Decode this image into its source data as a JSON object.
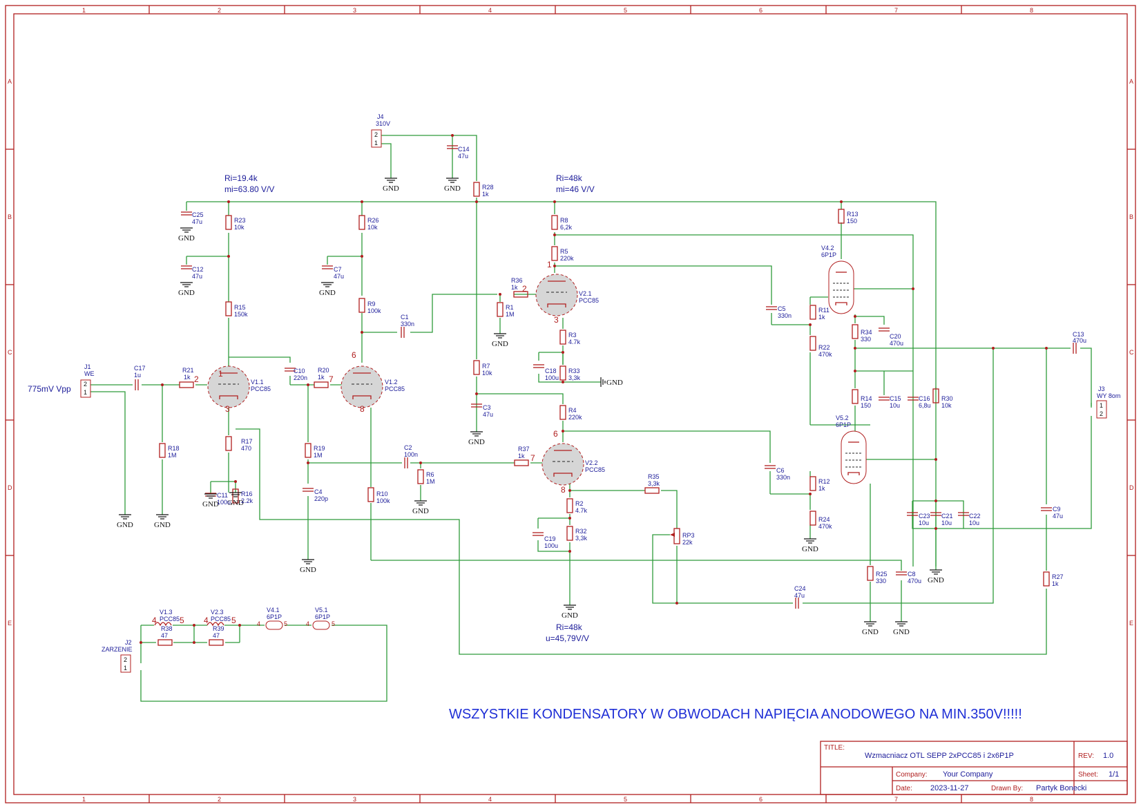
{
  "border": {
    "cols": [
      "1",
      "2",
      "3",
      "4",
      "5",
      "6",
      "7",
      "8"
    ],
    "rows": [
      "A",
      "B",
      "C",
      "D",
      "E"
    ]
  },
  "annotations": {
    "ri1": "Ri=19.4k",
    "mi1": "mi=63.80 V/V",
    "ri2": "Ri=48k",
    "mi2": "mi=46 V/V",
    "ri3": "Ri=48k",
    "u3": "u=45,79V/V",
    "input": "775mV Vpp",
    "warning": "WSZYSTKIE KONDENSATORY W OBWODACH NAPIĘCIA ANODOWEGO NA MIN.350V!!!!!"
  },
  "connectors": {
    "j1": {
      "ref": "J1",
      "val": "WE"
    },
    "j2": {
      "ref": "J2",
      "val": "ZARZENIE"
    },
    "j3": {
      "ref": "J3",
      "val": "WY 8om"
    },
    "j4": {
      "ref": "J4",
      "val": "310V"
    }
  },
  "tubes": {
    "v11": {
      "ref": "V1.1",
      "val": "PCC85"
    },
    "v12": {
      "ref": "V1.2",
      "val": "PCC85"
    },
    "v21": {
      "ref": "V2.1",
      "val": "PCC85"
    },
    "v22": {
      "ref": "V2.2",
      "val": "PCC85"
    },
    "v42": {
      "ref": "V4.2",
      "val": "6P1P"
    },
    "v52": {
      "ref": "V5.2",
      "val": "6P1P"
    },
    "v13": {
      "ref": "V1.3",
      "val": "PCC85"
    },
    "v23": {
      "ref": "V2.3",
      "val": "PCC85"
    },
    "v41": {
      "ref": "V4.1",
      "val": "6P1P"
    },
    "v51": {
      "ref": "V5.1",
      "val": "6P1P"
    }
  },
  "resistors": {
    "r1": {
      "ref": "R1",
      "val": "1M"
    },
    "r2": {
      "ref": "R2",
      "val": "4.7k"
    },
    "r3": {
      "ref": "R3",
      "val": "4.7k"
    },
    "r4": {
      "ref": "R4",
      "val": "220k"
    },
    "r5": {
      "ref": "R5",
      "val": "220k"
    },
    "r6": {
      "ref": "R6",
      "val": "1M"
    },
    "r7": {
      "ref": "R7",
      "val": "10k"
    },
    "r8": {
      "ref": "R8",
      "val": "6,2k"
    },
    "r9": {
      "ref": "R9",
      "val": "100k"
    },
    "r10": {
      "ref": "R10",
      "val": "100k"
    },
    "r11": {
      "ref": "R11",
      "val": "1k"
    },
    "r12": {
      "ref": "R12",
      "val": "1k"
    },
    "r13": {
      "ref": "R13",
      "val": "150"
    },
    "r14": {
      "ref": "R14",
      "val": "150"
    },
    "r15": {
      "ref": "R15",
      "val": "150k"
    },
    "r16": {
      "ref": "R16",
      "val": "2.2k"
    },
    "r17": {
      "ref": "R17",
      "val": "470"
    },
    "r18": {
      "ref": "R18",
      "val": "1M"
    },
    "r19": {
      "ref": "R19",
      "val": "1M"
    },
    "r20": {
      "ref": "R20",
      "val": "1k"
    },
    "r21": {
      "ref": "R21",
      "val": "1k"
    },
    "r22": {
      "ref": "R22",
      "val": "470k"
    },
    "r23": {
      "ref": "R23",
      "val": "10k"
    },
    "r24": {
      "ref": "R24",
      "val": "470k"
    },
    "r25": {
      "ref": "R25",
      "val": "330"
    },
    "r26": {
      "ref": "R26",
      "val": "10k"
    },
    "r27": {
      "ref": "R27",
      "val": "1k"
    },
    "r28": {
      "ref": "R28",
      "val": "1k"
    },
    "r30": {
      "ref": "R30",
      "val": "10k"
    },
    "r32": {
      "ref": "R32",
      "val": "3,3k"
    },
    "r33": {
      "ref": "R33",
      "val": "3,3k"
    },
    "r34": {
      "ref": "R34",
      "val": "330"
    },
    "r35": {
      "ref": "R35",
      "val": "3,3k"
    },
    "r36": {
      "ref": "R36",
      "val": "1k"
    },
    "r37": {
      "ref": "R37",
      "val": "1k"
    },
    "r38": {
      "ref": "R38",
      "val": "47"
    },
    "r39": {
      "ref": "R39",
      "val": "47"
    },
    "rp3": {
      "ref": "RP3",
      "val": "22k"
    }
  },
  "capacitors": {
    "c1": {
      "ref": "C1",
      "val": "330n"
    },
    "c2": {
      "ref": "C2",
      "val": "100n"
    },
    "c3": {
      "ref": "C3",
      "val": "47u"
    },
    "c4": {
      "ref": "C4",
      "val": "220p"
    },
    "c5": {
      "ref": "C5",
      "val": "330n"
    },
    "c6": {
      "ref": "C6",
      "val": "330n"
    },
    "c7": {
      "ref": "C7",
      "val": "47u"
    },
    "c8": {
      "ref": "C8",
      "val": "470u"
    },
    "c9": {
      "ref": "C9",
      "val": "47u"
    },
    "c10": {
      "ref": "C10",
      "val": "220n"
    },
    "c11": {
      "ref": "C11",
      "val": "100u"
    },
    "c12": {
      "ref": "C12",
      "val": "47u"
    },
    "c13": {
      "ref": "C13",
      "val": "470u"
    },
    "c14": {
      "ref": "C14",
      "val": "47u"
    },
    "c15": {
      "ref": "C15",
      "val": "10u"
    },
    "c16": {
      "ref": "C16",
      "val": "6,8u"
    },
    "c17": {
      "ref": "C17",
      "val": "1u"
    },
    "c18": {
      "ref": "C18",
      "val": "100u"
    },
    "c19": {
      "ref": "C19",
      "val": "100u"
    },
    "c20": {
      "ref": "C20",
      "val": "470u"
    },
    "c21": {
      "ref": "C21",
      "val": "10u"
    },
    "c22": {
      "ref": "C22",
      "val": "10u"
    },
    "c23": {
      "ref": "C23",
      "val": "10u"
    },
    "c24": {
      "ref": "C24",
      "val": "47u"
    },
    "c25": {
      "ref": "C25",
      "val": "47u"
    }
  },
  "gnd_label": "GND",
  "titleblock": {
    "title_key": "TITLE:",
    "title": "Wzmacniacz OTL SEPP 2xPCC85 i 2x6P1P",
    "rev_key": "REV:",
    "rev": "1.0",
    "company_key": "Company:",
    "company": "Your Company",
    "sheet_key": "Sheet:",
    "sheet": "1/1",
    "date_key": "Date:",
    "date": "2023-11-27",
    "drawn_key": "Drawn By:",
    "drawn": "Partyk Bonecki"
  },
  "colors": {
    "wire": "#2e9b3a",
    "component": "#b01e1e",
    "label": "#1b1b99"
  }
}
